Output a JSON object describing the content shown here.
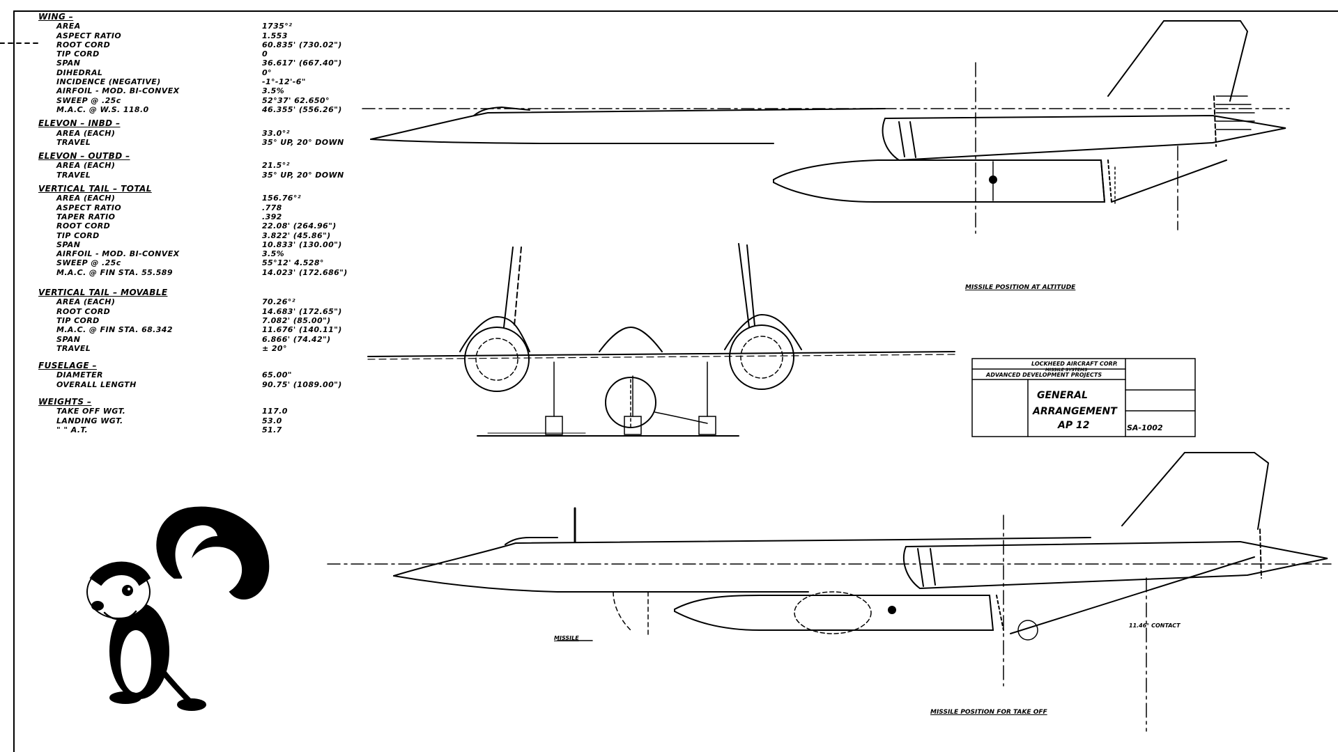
{
  "specs": [
    {
      "title": "WING –",
      "rows": [
        {
          "label": "AREA",
          "value": "1735°²"
        },
        {
          "label": "ASPECT RATIO",
          "value": "1.553"
        },
        {
          "label": "ROOT CORD",
          "value": "60.835' (730.02\")"
        },
        {
          "label": "TIP CORD",
          "value": "0"
        },
        {
          "label": "SPAN",
          "value": "36.617' (667.40\")"
        },
        {
          "label": "DIHEDRAL",
          "value": "0°"
        },
        {
          "label": "INCIDENCE (NEGATIVE)",
          "value": "-1°-12'-6\""
        },
        {
          "label": "AIRFOIL - MOD. BI-CONVEX",
          "value": "3.5%"
        },
        {
          "label": "SWEEP @ .25c",
          "value": "52°37' 62.650°"
        },
        {
          "label": "M.A.C. @ W.S. 118.0",
          "value": "46.355' (556.26\")"
        }
      ]
    },
    {
      "title": "ELEVON – INBD –",
      "rows": [
        {
          "label": "AREA (EACH)",
          "value": "33.0°²"
        },
        {
          "label": "TRAVEL",
          "value": "35° UP, 20° DOWN"
        }
      ]
    },
    {
      "title": "ELEVON – OUTBD –",
      "rows": [
        {
          "label": "AREA (EACH)",
          "value": "21.5°²"
        },
        {
          "label": "TRAVEL",
          "value": "35° UP, 20° DOWN"
        }
      ]
    },
    {
      "title": "VERTICAL TAIL – TOTAL",
      "rows": [
        {
          "label": "AREA (EACH)",
          "value": "156.76°²"
        },
        {
          "label": "ASPECT RATIO",
          "value": ".778"
        },
        {
          "label": "TAPER RATIO",
          "value": ".392"
        },
        {
          "label": "ROOT CORD",
          "value": "22.08' (264.96\")"
        },
        {
          "label": "TIP CORD",
          "value": "3.822' (45.86\")"
        },
        {
          "label": "SPAN",
          "value": "10.833' (130.00\")"
        },
        {
          "label": "AIRFOIL - MOD. BI-CONVEX",
          "value": "3.5%"
        },
        {
          "label": "SWEEP @ .25c",
          "value": "55°12' 4.528°"
        },
        {
          "label": "M.A.C. @ FIN STA. 55.589",
          "value": "14.023' (172.686\")"
        }
      ]
    },
    {
      "title": "VERTICAL TAIL – MOVABLE",
      "rows": [
        {
          "label": "AREA (EACH)",
          "value": "70.26°²"
        },
        {
          "label": "ROOT CORD",
          "value": "14.683' (172.65\")"
        },
        {
          "label": "TIP CORD",
          "value": "7.082' (85.00\")"
        },
        {
          "label": "M.A.C. @ FIN STA. 68.342",
          "value": "11.676' (140.11\")"
        },
        {
          "label": "SPAN",
          "value": "6.866' (74.42\")"
        },
        {
          "label": "TRAVEL",
          "value": "± 20°"
        }
      ]
    },
    {
      "title": "FUSELAGE –",
      "rows": [
        {
          "label": "DIAMETER",
          "value": "65.00\""
        },
        {
          "label": "OVERALL LENGTH",
          "value": "90.75' (1089.00\")"
        }
      ]
    },
    {
      "title": "WEIGHTS –",
      "rows": [
        {
          "label": "TAKE OFF WGT.",
          "value": "117.0"
        },
        {
          "label": "LANDING WGT.",
          "value": "53.0"
        },
        {
          "label": "\"   \"   A.T.",
          "value": "51.7"
        }
      ]
    }
  ],
  "captions": {
    "altitude": "MISSILE POSITION AT ALTITUDE",
    "takeoff": "MISSILE POSITION FOR TAKE OFF",
    "missile_label": "MISSILE",
    "angle_label": "11.46° CONTACT"
  },
  "title_block": {
    "company": "LOCKHEED AIRCRAFT CORP.",
    "division": "MISSILE SYSTEMS",
    "dept": "ADVANCED DEVELOPMENT PROJECTS",
    "title1": "GENERAL",
    "title2": "ARRANGEMENT",
    "model": "AP 12",
    "drawing_no": "SA-1002"
  }
}
